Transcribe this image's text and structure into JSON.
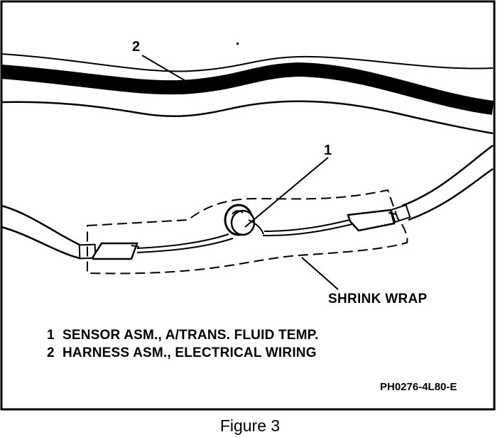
{
  "callouts": {
    "sensor": "1",
    "harness": "2"
  },
  "shrink_wrap_label": "SHRINK WRAP",
  "legend": [
    {
      "num": "1",
      "text": "SENSOR ASM., A/TRANS. FLUID TEMP."
    },
    {
      "num": "2",
      "text": "HARNESS ASM., ELECTRICAL WIRING"
    }
  ],
  "drawing_code": "PH0276-4L80-E",
  "caption": "Figure 3",
  "colors": {
    "ink": "#000000",
    "paper": "#ffffff"
  }
}
